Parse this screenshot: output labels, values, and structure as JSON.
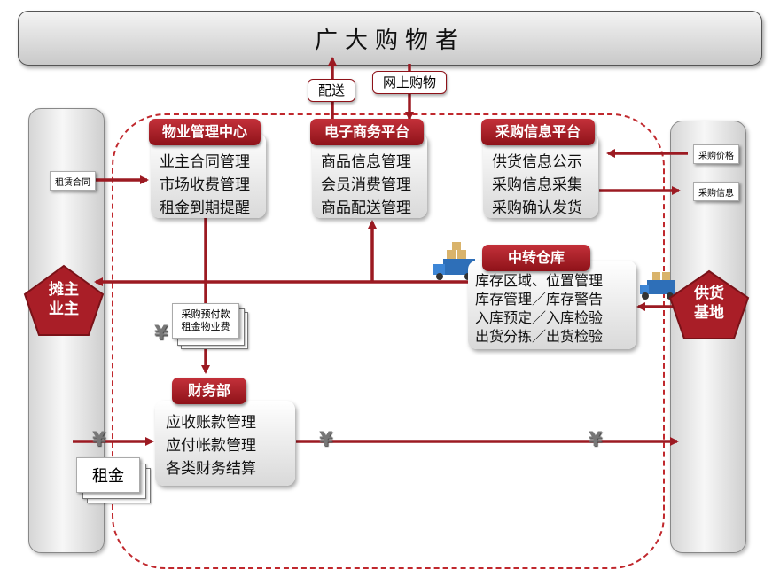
{
  "top_bar": {
    "title": "广大购物者"
  },
  "tags": {
    "delivery": "配送",
    "online_shopping": "网上购物"
  },
  "property_center": {
    "header": "物业管理中心",
    "items": [
      "业主合同管理",
      "市场收费管理",
      "租金到期提醒"
    ]
  },
  "ecommerce": {
    "header": "电子商务平台",
    "items": [
      "商品信息管理",
      "会员消费管理",
      "商品配送管理"
    ]
  },
  "procurement": {
    "header": "采购信息平台",
    "items": [
      "供货信息公示",
      "采购信息采集",
      "采购确认发货"
    ]
  },
  "warehouse": {
    "header": "中转仓库",
    "items": [
      "库存区域、位置管理",
      "库存管理／库存警告",
      "入库预定／入库检验",
      "出货分拣／出货检验"
    ]
  },
  "finance": {
    "header": "财务部",
    "items": [
      "应收账款管理",
      "应付帐款管理",
      "各类财务结算"
    ]
  },
  "docs": {
    "lease_contract": "租赁合同",
    "purchase_price": "采购价格",
    "purchase_info": "采购信息",
    "prepay_line1": "采购预付款",
    "prepay_line2": "租金物业费",
    "rent": "租金"
  },
  "owners": {
    "line1": "摊主",
    "line2": "业主"
  },
  "supply_base": {
    "line1": "供货",
    "line2": "基地"
  },
  "yen_symbol": "¥",
  "colors": {
    "accent": "#a01a22",
    "dashed_border": "#c0282d"
  }
}
